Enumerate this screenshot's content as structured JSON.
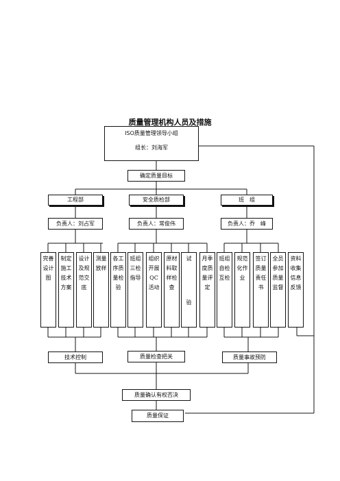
{
  "title": "质量管理机构人员及措施",
  "iso_group": {
    "line1": "ISO质量管理领导小组",
    "line2": "组长：刘海军"
  },
  "goal": "确定质量目标",
  "departments": [
    {
      "name": "工程部",
      "leader": "负责人：刘占军"
    },
    {
      "name": "安全质检部",
      "leader": "负责人：常俊伟"
    },
    {
      "name": "班　组",
      "leader": "负责人：乔　峰"
    }
  ],
  "columns": [
    {
      "lines": [
        "完善",
        "设计",
        "图"
      ]
    },
    {
      "lines": [
        "制定",
        "施工",
        "技术",
        "方案"
      ]
    },
    {
      "lines": [
        "设计",
        "及规",
        "范交",
        "底"
      ]
    },
    {
      "lines": [
        "测量",
        "放样"
      ]
    },
    {
      "lines": [
        "各工",
        "序质",
        "量检",
        "验"
      ]
    },
    {
      "lines": [
        "班组",
        "三检",
        "指导"
      ]
    },
    {
      "lines": [
        "组织",
        "开展",
        "QC",
        "活动"
      ]
    },
    {
      "lines": [
        "原材",
        "料取",
        "样检",
        "查"
      ]
    },
    {
      "lines": [
        "试"
      ],
      "bottom": "验"
    },
    {
      "lines": [
        "月季",
        "度质",
        "量评",
        "定"
      ]
    },
    {
      "lines": [
        "班组",
        "自检",
        "互检"
      ]
    },
    {
      "lines": [
        "规范",
        "化作",
        "业"
      ]
    },
    {
      "lines": [
        "签订",
        "质量",
        "责任",
        "书"
      ]
    },
    {
      "lines": [
        "全员",
        "参加",
        "质量",
        "监督"
      ]
    },
    {
      "lines": [
        "资料",
        "收集",
        "信息",
        "反馈"
      ]
    }
  ],
  "bottom_row": [
    "技术控制",
    "质量检查把关",
    "质量事故预防"
  ],
  "veto": "质量确认有权否决",
  "assurance": "质量保证"
}
